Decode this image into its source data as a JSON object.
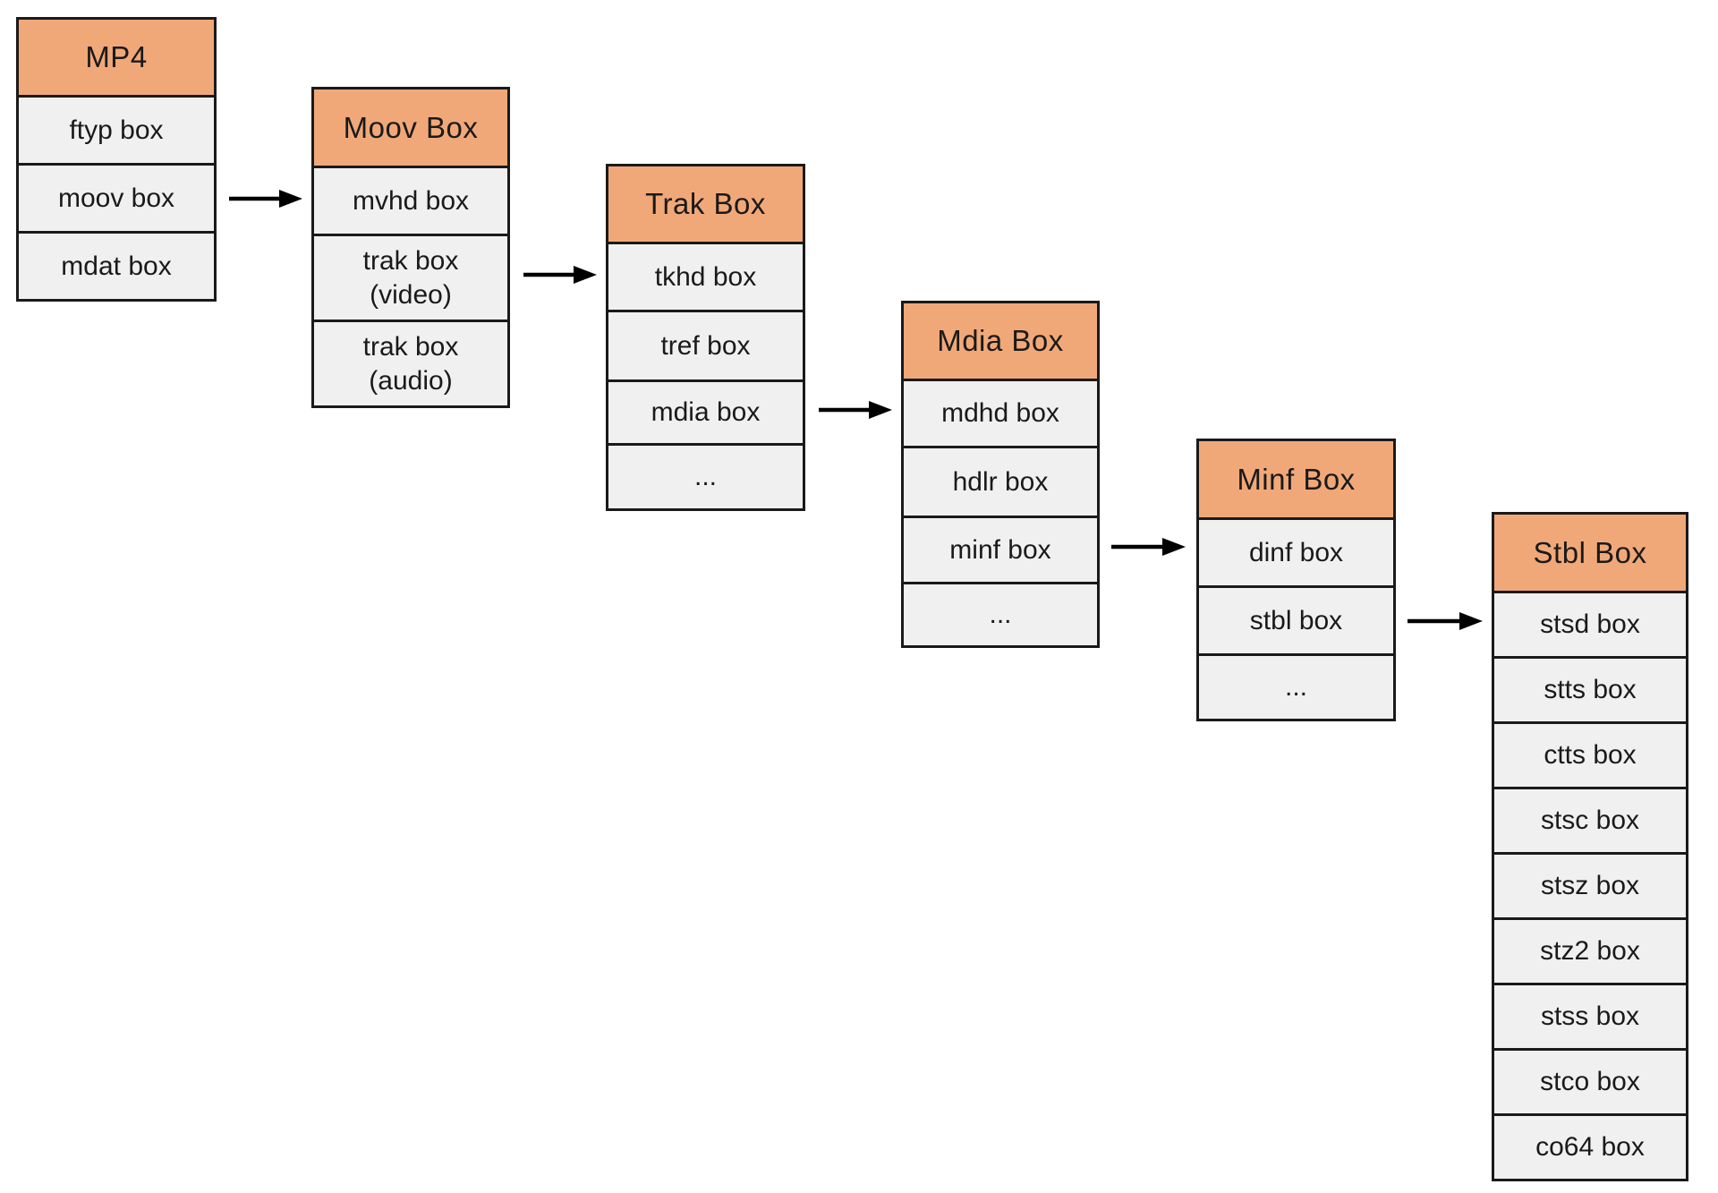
{
  "colors": {
    "header_bg": "#F1A878",
    "row_bg": "#F0F0F0",
    "border": "#1A1A1A",
    "arrow": "#000000",
    "canvas_bg": "#FFFFFF"
  },
  "tables": [
    {
      "id": "mp4",
      "title": "MP4",
      "rows": [
        "ftyp box",
        "moov box",
        "mdat box"
      ]
    },
    {
      "id": "moov",
      "title": "Moov Box",
      "rows": [
        "mvhd box",
        "trak box\n(video)",
        "trak box\n(audio)"
      ]
    },
    {
      "id": "trak",
      "title": "Trak Box",
      "rows": [
        "tkhd box",
        "tref box",
        "mdia box",
        "..."
      ]
    },
    {
      "id": "mdia",
      "title": "Mdia Box",
      "rows": [
        "mdhd box",
        "hdlr box",
        "minf box",
        "..."
      ]
    },
    {
      "id": "minf",
      "title": "Minf Box",
      "rows": [
        "dinf box",
        "stbl box",
        "..."
      ]
    },
    {
      "id": "stbl",
      "title": "Stbl Box",
      "rows": [
        "stsd box",
        "stts box",
        "ctts box",
        "stsc box",
        "stsz box",
        "stz2 box",
        "stss box",
        "stco box",
        "co64 box"
      ]
    }
  ],
  "arrows": [
    {
      "from_table": "MP4",
      "from_row": "moov box",
      "to_table": "Moov Box"
    },
    {
      "from_table": "Moov Box",
      "from_row": "trak box (video)",
      "to_table": "Trak Box"
    },
    {
      "from_table": "Trak Box",
      "from_row": "mdia box",
      "to_table": "Mdia Box"
    },
    {
      "from_table": "Mdia Box",
      "from_row": "minf box",
      "to_table": "Minf Box"
    },
    {
      "from_table": "Minf Box",
      "from_row": "stbl box",
      "to_table": "Stbl Box"
    }
  ]
}
